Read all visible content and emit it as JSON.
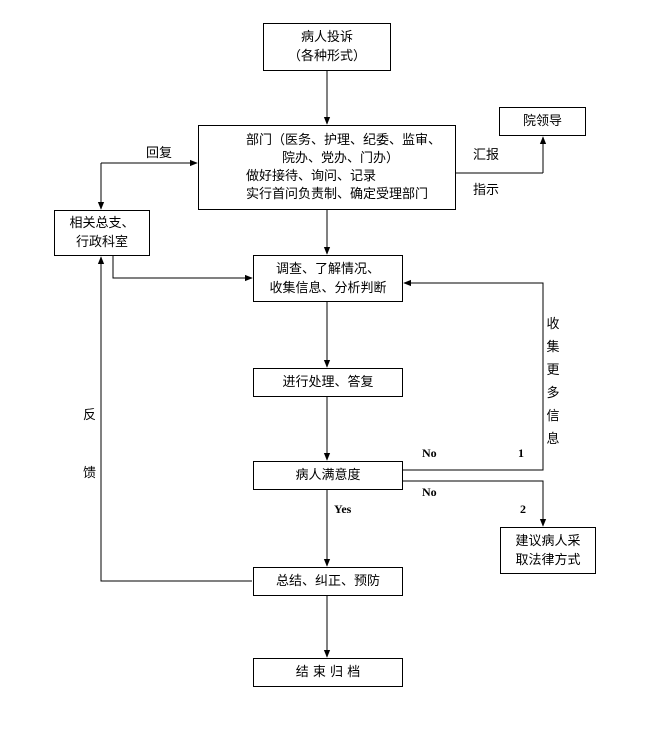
{
  "nodes": {
    "complaint": {
      "line1": "病人投诉",
      "line2": "（各种形式）"
    },
    "dept": {
      "line1": "部门（医务、护理、纪委、监审、",
      "line2": "院办、党办、门办）",
      "line3": "做好接待、询问、记录",
      "line4": "实行首问负责制、确定受理部门"
    },
    "leader": {
      "line1": "院领导"
    },
    "office": {
      "line1": "相关总支、",
      "line2": "行政科室"
    },
    "investigate": {
      "line1": "调查、了解情况、",
      "line2": "收集信息、分析判断"
    },
    "handle": {
      "line1": "进行处理、答复"
    },
    "satisfaction": {
      "line1": "病人满意度"
    },
    "legal": {
      "line1": "建议病人采",
      "line2": "取法律方式"
    },
    "summary": {
      "line1": "总结、纠正、预防"
    },
    "archive": {
      "line1": "结 束 归 档"
    }
  },
  "edge_labels": {
    "reply": "回复",
    "report": "汇报",
    "instruct": "指示",
    "feedback_1": "反",
    "feedback_2": "馈",
    "collect_more": "收集更多信息",
    "no_top": "No",
    "no_bottom": "No",
    "yes": "Yes",
    "num_1": "1",
    "num_2": "2"
  }
}
